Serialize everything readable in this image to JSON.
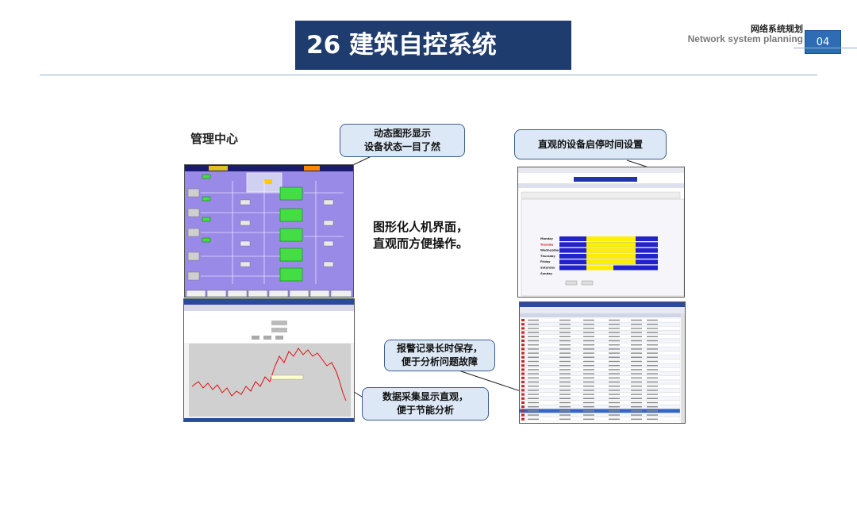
{
  "header": {
    "title": "26 建筑自控系统",
    "subtitle_cn": "网络系统规划",
    "subtitle_en": "Network system planning",
    "page_number": "04"
  },
  "section_label": "管理中心",
  "callouts": {
    "dynamic_graphics": [
      "动态图形显示",
      "设备状态一目了然"
    ],
    "schedule": "直观的设备启停时间设置",
    "alarm": [
      "报警记录长时保存，",
      "便于分析问题故障"
    ],
    "data": [
      "数据采集显示直观，",
      "便于节能分析"
    ]
  },
  "center_text": [
    "图形化人机界面，",
    "直观而方便操作。"
  ],
  "schedule_days": [
    "Monday",
    "Tuesday",
    "Wednesday",
    "Thursday",
    "Friday",
    "Saturday",
    "Sunday"
  ],
  "colors": {
    "title_bg": "#1f3c6e",
    "page_no_bg": "#2e6db4",
    "callout_bg": "#dce8f5",
    "hmi_bg": "#9a8ae8"
  }
}
